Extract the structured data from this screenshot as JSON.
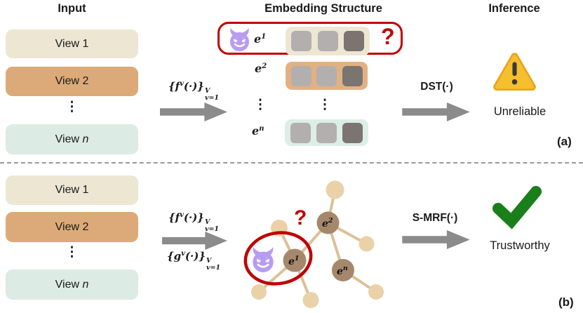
{
  "headings": {
    "input": "Input",
    "embedding": "Embedding Structure",
    "inference": "Inference"
  },
  "views": [
    {
      "label": "View 1",
      "color": "#ece6d3"
    },
    {
      "label": "View 2",
      "color": "#dcaa78"
    },
    {
      "label_prefix": "View ",
      "label_var": "n",
      "color": "#dcebe4"
    }
  ],
  "dots": "⋮",
  "math": {
    "f": {
      "open": "{",
      "fn": "f",
      "sup": "v",
      "mid": "(·)}",
      "top": "V",
      "bot": "v=1"
    },
    "g": {
      "open": "{",
      "fn": "g",
      "sup": "v",
      "mid": "(·)}",
      "top": "V",
      "bot": "v=1"
    },
    "e1": {
      "base": "e",
      "sup": "1"
    },
    "e2": {
      "base": "e",
      "sup": "2"
    },
    "en": {
      "base": "e",
      "sup": "n"
    }
  },
  "panel_a": {
    "tag": "(a)",
    "op_label": "DST(·)",
    "result": "Unreliable",
    "question_mark": "?"
  },
  "panel_b": {
    "tag": "(b)",
    "op_label": "S-MRF(·)",
    "result": "Trustworthy",
    "question_mark": "?"
  },
  "colors": {
    "cream": "#ece6d3",
    "tan_view": "#dcaa78",
    "tan_container": "#e2b183",
    "mint_view": "#dcebe4",
    "mint_container": "#ddeee6",
    "square_light": "#b3afaf",
    "square_dark": "#7b7471",
    "arrow_gray": "#8b8b8b",
    "alert_red": "#c00000",
    "devil_purple": "#b79cf2",
    "graph_node_dark": "#a5886c",
    "graph_node_beige": "#ead1a8",
    "graph_edge": "#dcc096",
    "check_green": "#1a7e1a",
    "warning_yellow": "#f6bf2d"
  }
}
